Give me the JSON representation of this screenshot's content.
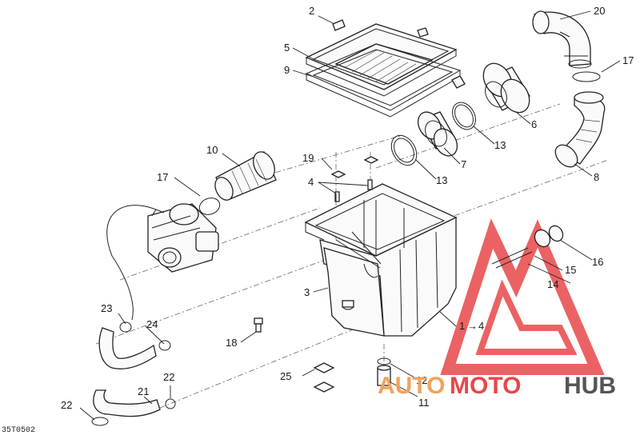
{
  "diagram": {
    "code": "35T0502",
    "labels": {
      "p1": "1",
      "p1_arrow_target": "4",
      "p2": "2",
      "p3": "3",
      "p4": "4",
      "p5": "5",
      "p6": "6",
      "p7": "7",
      "p8": "8",
      "p9": "9",
      "p10": "10",
      "p11": "11",
      "p12": "12",
      "p13a": "13",
      "p13b": "13",
      "p14": "14",
      "p15": "15",
      "p16": "16",
      "p17a": "17",
      "p17b": "17",
      "p18": "18",
      "p19": "19",
      "p20": "20",
      "p21": "21",
      "p22a": "22",
      "p22b": "22",
      "p23": "23",
      "p24": "24",
      "p25": "25"
    }
  },
  "watermark": {
    "brand_part1": "AUTO",
    "brand_part2": "MOTO",
    "brand_part3": "HUB",
    "color_red": "#e8474a",
    "color_orange": "#f2a25a",
    "color_gray": "#555555"
  }
}
